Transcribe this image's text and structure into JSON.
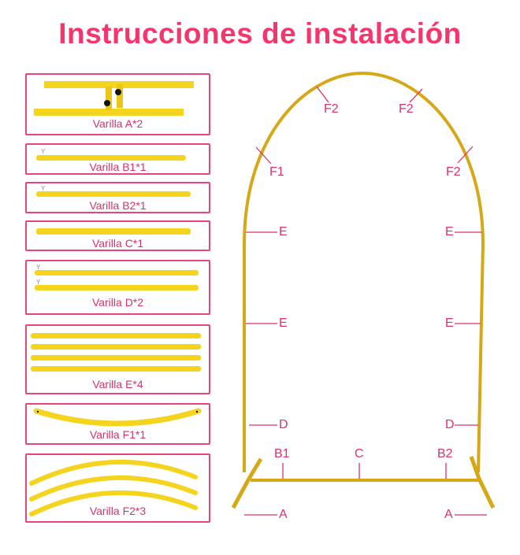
{
  "title": "Instrucciones de instalación",
  "colors": {
    "accent": "#f5356c",
    "rod": "#f4d41e",
    "frame": "#d6a817",
    "border": "#e8457a"
  },
  "parts": [
    {
      "id": "A",
      "label": "Varilla A*2"
    },
    {
      "id": "B1",
      "label": "Varilla B1*1"
    },
    {
      "id": "B2",
      "label": "Varilla B2*1"
    },
    {
      "id": "C",
      "label": "Varilla C*1"
    },
    {
      "id": "D",
      "label": "Varilla D*2"
    },
    {
      "id": "E",
      "label": "Varilla E*4"
    },
    {
      "id": "F1",
      "label": "Varilla F1*1"
    },
    {
      "id": "F2",
      "label": "Varilla F2*3"
    }
  ],
  "assembly_labels": {
    "f2_top_left": "F2",
    "f2_top_right": "F2",
    "f1_left": "F1",
    "f2_right": "F2",
    "e_upper_left": "E",
    "e_upper_right": "E",
    "e_lower_left": "E",
    "e_lower_right": "E",
    "d_left": "D",
    "d_right": "D",
    "b1": "B1",
    "c": "C",
    "b2": "B2",
    "a_left": "A",
    "a_right": "A"
  }
}
